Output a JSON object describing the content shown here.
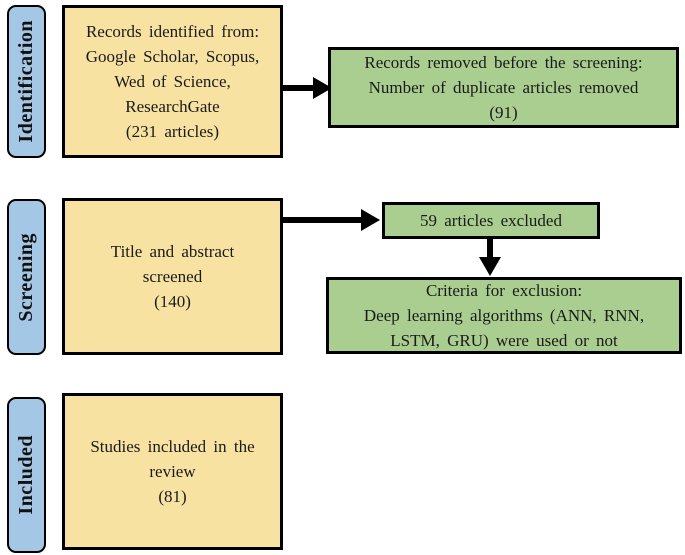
{
  "colors": {
    "stage_label_fill": "#a5c7e6",
    "source_box_fill": "#f8e2a2",
    "result_box_fill": "#a9ce90",
    "border": "#000000",
    "arrow": "#000000",
    "text": "#1a1a1a"
  },
  "stages": {
    "identification": {
      "label": "Identification"
    },
    "screening": {
      "label": "Screening"
    },
    "included": {
      "label": "Included"
    }
  },
  "boxes": {
    "records_identified": {
      "lines": [
        "Records identified from:",
        "Google Scholar, Scopus,",
        "Wed of Science,",
        "ResearchGate",
        "(231 articles)"
      ]
    },
    "records_removed": {
      "lines": [
        "Records removed before the screening:",
        "Number of duplicate articles removed",
        "(91)"
      ]
    },
    "title_abstract": {
      "lines": [
        "Title and abstract",
        "screened",
        "(140)"
      ]
    },
    "articles_excluded": {
      "lines": [
        "59 articles excluded"
      ]
    },
    "criteria_exclusion": {
      "lines": [
        "Criteria for exclusion:",
        "Deep learning algorithms (ANN, RNN,",
        "LSTM, GRU) were used or not"
      ]
    },
    "studies_included": {
      "lines": [
        "Studies included in the",
        "review",
        "(81)"
      ]
    }
  },
  "arrows": [
    {
      "name": "identified-to-removed",
      "direction": "right"
    },
    {
      "name": "screened-to-excluded",
      "direction": "right"
    },
    {
      "name": "excluded-to-criteria",
      "direction": "down"
    }
  ]
}
